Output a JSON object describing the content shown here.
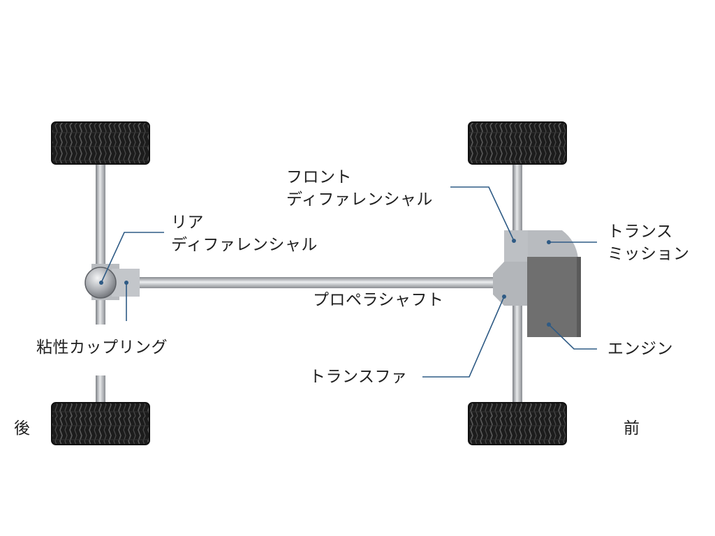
{
  "labels": {
    "front_diff_line1": "フロント",
    "front_diff_line2": "ディファレンシャル",
    "rear_diff_line1": "リア",
    "rear_diff_line2": "ディファレンシャル",
    "transmission_line1": "トランス",
    "transmission_line2": "ミッション",
    "propeller_shaft": "プロペラシャフト",
    "viscous_coupling": "粘性カップリング",
    "engine": "エンジン",
    "transfer": "トランスファ",
    "rear": "後",
    "front": "前"
  },
  "colors": {
    "leader_line": "#2f5b85",
    "tire": "#1a1a1a",
    "axle": "#a6a9ad",
    "housing": "#b4b7bb",
    "engine_block": "#6f6f6f",
    "text": "#1f1f1f"
  }
}
